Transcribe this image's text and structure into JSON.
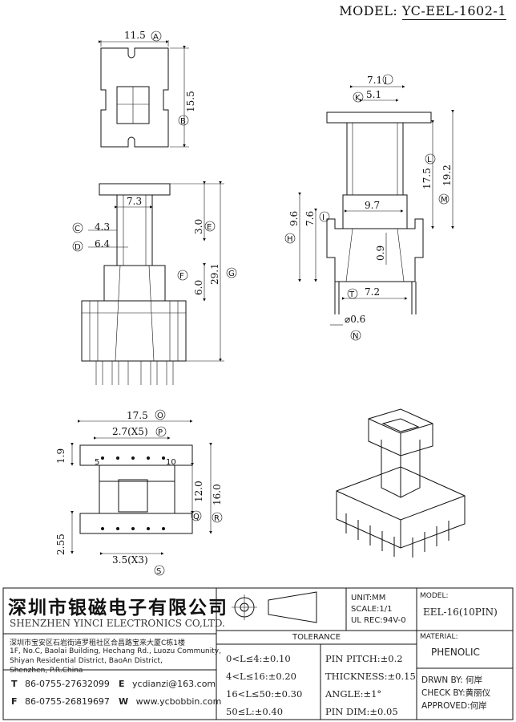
{
  "header": {
    "model_label": "MODEL:",
    "model_value": "YC-EEL-1602-1"
  },
  "top_view": {
    "width": {
      "value": "11.5",
      "tag": "A"
    },
    "height": {
      "value": "15.5",
      "tag": "B"
    }
  },
  "front_view": {
    "dims": [
      {
        "value": "7.3",
        "tag": ""
      },
      {
        "value": "4.3",
        "tag": "C"
      },
      {
        "value": "6.4",
        "tag": "D"
      },
      {
        "value": "3.0",
        "tag": "E"
      },
      {
        "value": "6.0",
        "tag": "F"
      },
      {
        "value": "29.1",
        "tag": "G"
      }
    ]
  },
  "side_view": {
    "dims": [
      {
        "value": "7.1",
        "tag": "J"
      },
      {
        "value": "5.1",
        "tag": "K"
      },
      {
        "value": "17.5",
        "tag": "L"
      },
      {
        "value": "19.2",
        "tag": "M"
      },
      {
        "value": "9.6",
        "tag": "H"
      },
      {
        "value": "7.6",
        "tag": "I"
      },
      {
        "value": "9.7",
        "tag": ""
      },
      {
        "value": "0.9",
        "tag": ""
      },
      {
        "value": "7.2",
        "tag": "T"
      },
      {
        "value": "⌀0.6",
        "tag": "N"
      }
    ]
  },
  "bottom_view": {
    "dims": [
      {
        "value": "17.5",
        "tag": "O"
      },
      {
        "value": "2.7(X5)",
        "tag": "P"
      },
      {
        "value": "1.9",
        "tag": ""
      },
      {
        "value": "12.0",
        "tag": "Q"
      },
      {
        "value": "16.0",
        "tag": "R"
      },
      {
        "value": "2.55",
        "tag": ""
      },
      {
        "value": "3.5(X3)",
        "tag": "S"
      }
    ],
    "pin_labels": [
      "5",
      "10"
    ]
  },
  "title_block": {
    "company_cn": "深圳市银磁电子有限公司",
    "company_en": "SHENZHEN YINCI ELECTRONICS CO,LTD.",
    "address_cn": "深圳市宝安区石岩街道罗租社区合昌路宝来大厦C栋1楼",
    "address_en": [
      "1F, No.C, Baolai Building, Hechang Rd., Luozu Community,",
      "Shiyan Residential District, BaoAn District,",
      "Shenzhen, P.R.China"
    ],
    "tel_label": "T",
    "tel": "86-0755-27632099",
    "fax_label": "F",
    "fax": "86-0755-26819697",
    "email_label": "E",
    "email": "ycdianzi@163.com",
    "web_label": "W",
    "web": "www.ycbobbin.com",
    "unit": "UNIT:MM",
    "scale": "SCALE:1/1",
    "ul": "UL REC:94V-0",
    "model_label": "MODEL:",
    "model": "EEL-16(10PIN)",
    "material_label": "MATERIAL:",
    "material": "PHENOLIC",
    "tolerance_label": "TOLERANCE",
    "tol_left": [
      "0<L≤4:±0.10",
      "4<L≤16:±0.20",
      "16<L≤50:±0.30",
      "50≤L:±0.40"
    ],
    "tol_right": [
      "PIN PITCH:±0.2",
      "THICKNESS:±0.15",
      "ANGLE:±1°",
      "PIN DIM:±0.05"
    ],
    "drawn": "DRWN BY: 何岸",
    "check": "CHECK BY:黄丽仪",
    "approved": "APPROVED:何岸"
  }
}
